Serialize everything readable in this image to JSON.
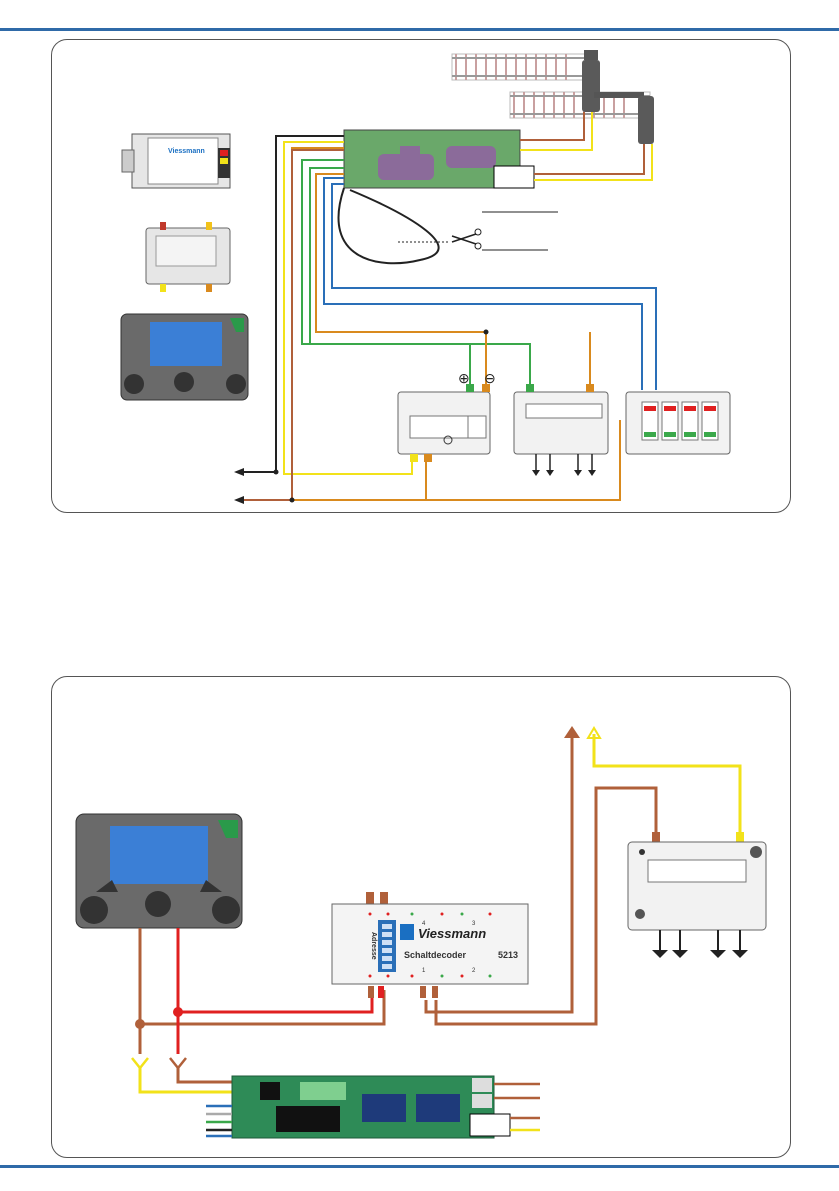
{
  "colors": {
    "accent_rule": "#2f6aa8",
    "wire_brown": "#b0603a",
    "wire_yellow": "#f2e21a",
    "wire_red": "#e02020",
    "wire_green": "#3aa84a",
    "wire_blue": "#2a6fb8",
    "wire_orange": "#d98a1e",
    "wire_black": "#222222",
    "pcb_green": "#2e8b57",
    "screen_blue": "#3b7fd6",
    "logo_blue": "#1a6fc2"
  },
  "top_diagram": {
    "symbols": {
      "plus": "⊕",
      "minus": "⊖"
    },
    "icons": [
      "scissors-icon",
      "speaker-icon",
      "viessmann-logo-icon"
    ]
  },
  "bottom_diagram": {
    "decoder": {
      "brand": "Viessmann",
      "label": "Schaltdecoder",
      "model": "5213",
      "address_label": "Adresse",
      "port_numbers_top": [
        "4",
        "3"
      ],
      "port_numbers_bottom": [
        "1",
        "2"
      ]
    }
  }
}
